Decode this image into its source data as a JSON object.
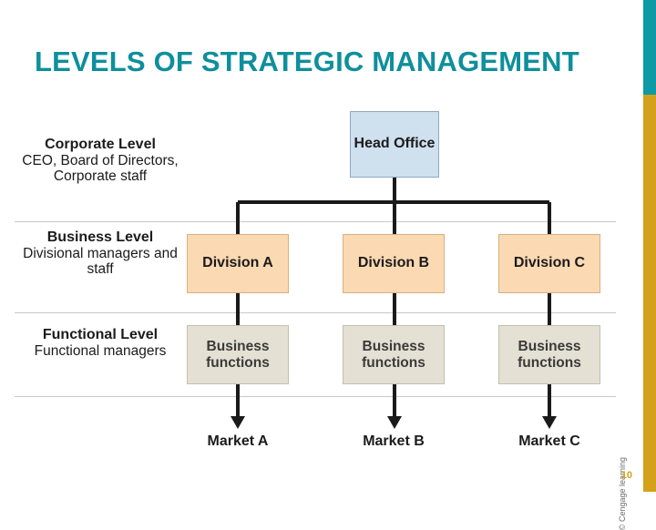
{
  "slide": {
    "title": "LEVELS OF STRATEGIC MANAGEMENT",
    "page_number": "10",
    "copyright": "© Cengage learning",
    "accent_teal": "#0e8f9c",
    "accent_gold": "#d3a21a"
  },
  "levels": [
    {
      "heading": "Corporate Level",
      "subtext": "CEO, Board of Directors, Corporate staff"
    },
    {
      "heading": "Business Level",
      "subtext": "Divisional managers and staff"
    },
    {
      "heading": "Functional Level",
      "subtext": "Functional managers"
    }
  ],
  "nodes": {
    "head_office": "Head Office",
    "divisions": [
      "Division A",
      "Division B",
      "Division C"
    ],
    "functions": [
      "Business functions",
      "Business functions",
      "Business functions"
    ],
    "markets": [
      "Market A",
      "Market B",
      "Market C"
    ]
  },
  "colors": {
    "head_office_fill": "#cfe0ef",
    "division_fill": "#fbd9b2",
    "functions_fill": "#e4e0d3",
    "connector": "#1a1a1a"
  }
}
